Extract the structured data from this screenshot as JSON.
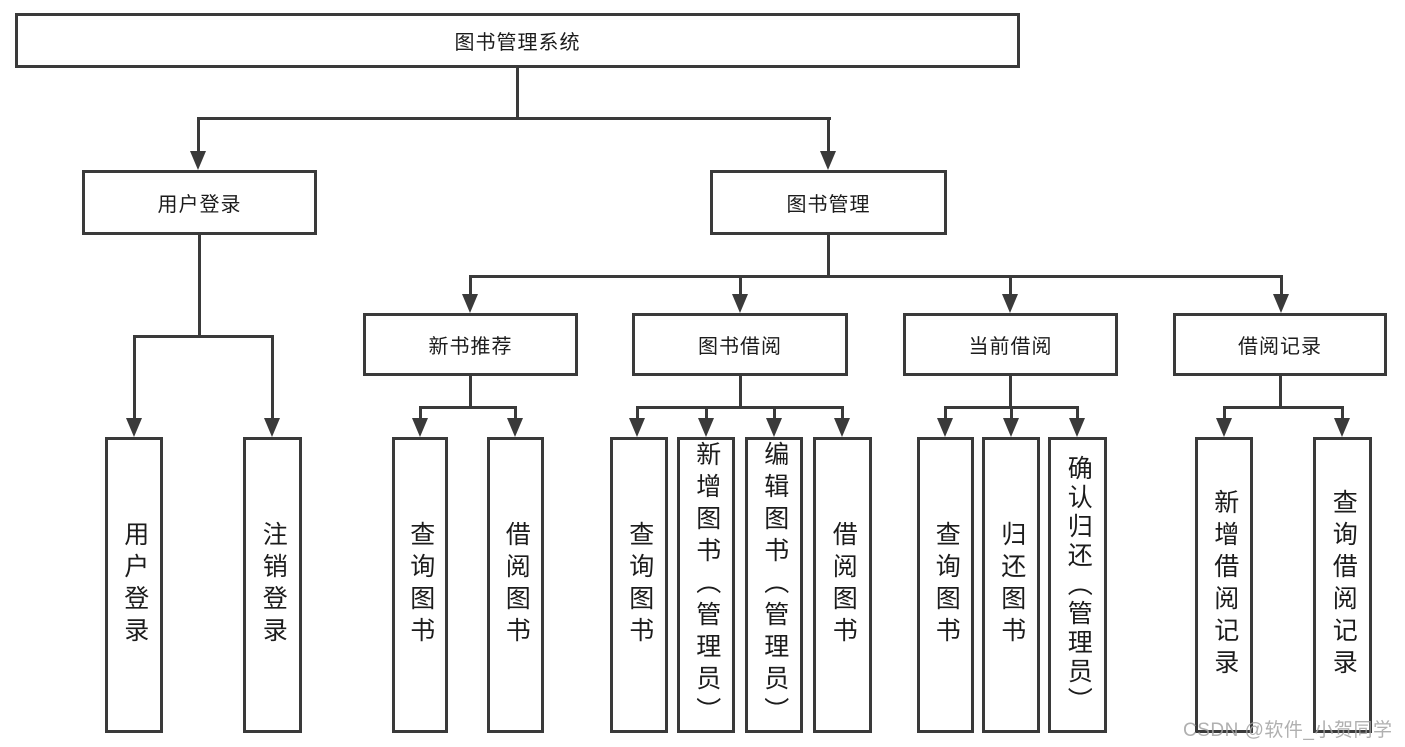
{
  "diagram": {
    "title": "图书管理系统",
    "root": {
      "label": "图书管理系统"
    },
    "level2": [
      {
        "label": "用户登录"
      },
      {
        "label": "图书管理"
      }
    ],
    "level3": [
      {
        "label": "新书推荐"
      },
      {
        "label": "图书借阅"
      },
      {
        "label": "当前借阅"
      },
      {
        "label": "借阅记录"
      }
    ],
    "leaves": {
      "user_login": [
        "用户登录",
        "注销登录"
      ],
      "new_book": [
        "查询图书",
        "借阅图书"
      ],
      "book_borrow": [
        "查询图书",
        "新增图书（管理员）",
        "编辑图书（管理员）",
        "借阅图书"
      ],
      "current_borrow": [
        "查询图书",
        "归还图书",
        "确认归还（管理员）"
      ],
      "borrow_record": [
        "新增借阅记录",
        "查询借阅记录"
      ]
    }
  },
  "colors": {
    "line": "#3a3a3a",
    "text": "#1c1c1c",
    "background": "#ffffff",
    "watermark": "#a3a3a3"
  },
  "watermark": {
    "text": "CSDN @软件_小贺同学"
  }
}
